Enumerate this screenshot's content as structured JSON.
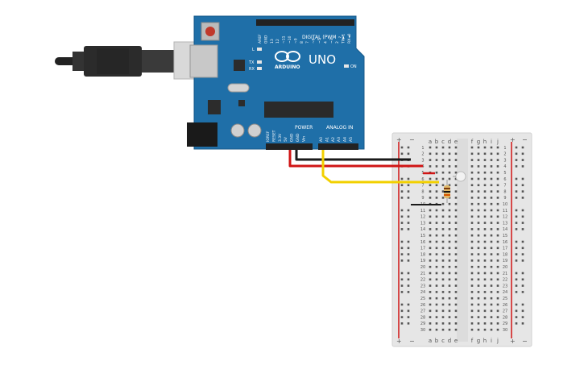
{
  "arduino": {
    "brand": "ARDUINO",
    "model": "UNO",
    "digital_header": "DIGITAL (PWM ~)",
    "power_header": "POWER",
    "analog_header": "ANALOG IN",
    "led_l": "L",
    "led_tx": "TX",
    "led_rx": "RX",
    "led_on": "ON",
    "digital_pins": [
      "AREF",
      "GND",
      "13",
      "12",
      "~11",
      "~10",
      "~9",
      "8",
      "7",
      "~6",
      "~5",
      "4",
      "~3",
      "2",
      "TX►1",
      "RX◄0"
    ],
    "power_pins": [
      "IOREF",
      "RESET",
      "3.3V",
      "5V",
      "GND",
      "GND",
      "Vin"
    ],
    "analog_pins": [
      "A0",
      "A1",
      "A2",
      "A3",
      "A4",
      "A5"
    ]
  },
  "breadboard": {
    "col_letters_left": [
      "a",
      "b",
      "c",
      "d",
      "e"
    ],
    "col_letters_right": [
      "f",
      "g",
      "h",
      "i",
      "j"
    ],
    "rail_plus": "+",
    "rail_minus": "−",
    "row_count": 30
  },
  "wires": [
    {
      "name": "5V",
      "color": "#d01515"
    },
    {
      "name": "GND",
      "color": "#1a1a1a"
    },
    {
      "name": "A0",
      "color": "#f2d000"
    }
  ],
  "components": {
    "resistor": "resistor",
    "sensor": "photoresistor"
  },
  "colors": {
    "board": "#1f6fa8",
    "board_dark": "#175a8a",
    "breadboard": "#e6e6e6",
    "wire_red": "#d01515",
    "wire_black": "#1a1a1a",
    "wire_yellow": "#f2d000"
  }
}
